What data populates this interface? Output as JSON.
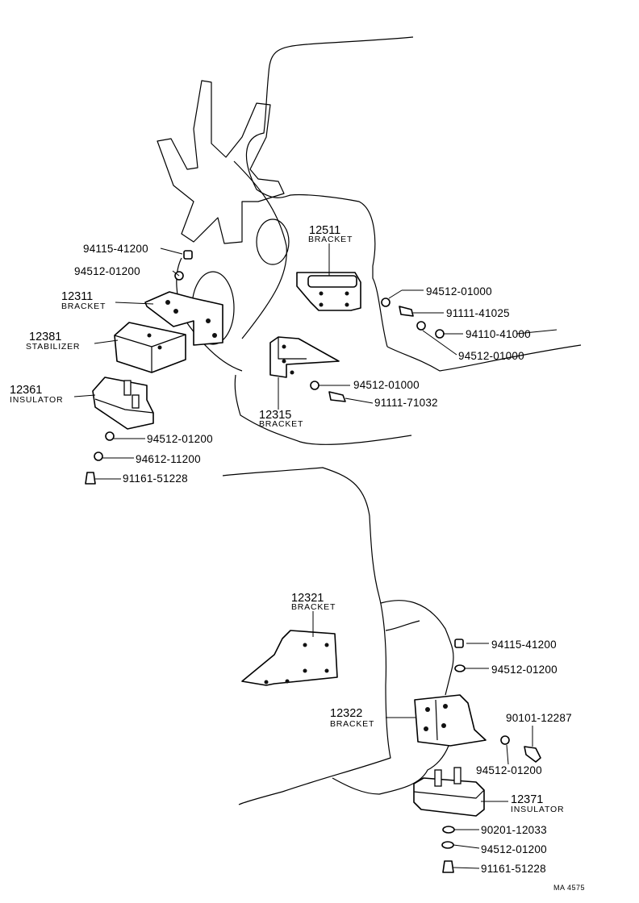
{
  "upper": {
    "p_94115_41200": "94115-41200",
    "p_94512_01200_a": "94512-01200",
    "bracket_12311": {
      "code": "12311",
      "name": "BRACKET"
    },
    "stabilizer_12381": {
      "code": "12381",
      "name": "STABILIZER"
    },
    "insulator_12361": {
      "code": "12361",
      "name": "INSULATOR"
    },
    "p_94512_01200_b": "94512-01200",
    "p_94612_11200": "94612-11200",
    "p_91161_51228": "91161-51228",
    "bracket_12511": {
      "code": "12511",
      "name": "BRACKET"
    },
    "p_94512_01000_a": "94512-01000",
    "p_91111_41025": "91111-41025",
    "p_94110_41000": "94110-41000",
    "p_94512_01000_b": "94512-01000",
    "p_94512_01000_c": "94512-01000",
    "p_91111_71032": "91111-71032",
    "bracket_12315": {
      "code": "12315",
      "name": "BRACKET"
    }
  },
  "lower": {
    "bracket_12321": {
      "code": "12321",
      "name": "BRACKET"
    },
    "p_94115_41200": "94115-41200",
    "p_94512_01200_a": "94512-01200",
    "bracket_12322": {
      "code": "12322",
      "name": "BRACKET"
    },
    "p_90101_12287": "90101-12287",
    "p_94512_01200_b": "94512-01200",
    "insulator_12371": {
      "code": "12371",
      "name": "INSULATOR"
    },
    "p_90201_12033": "90201-12033",
    "p_94512_01200_c": "94512-01200",
    "p_91161_51228": "91161-51228"
  },
  "footer": "MA  4575"
}
